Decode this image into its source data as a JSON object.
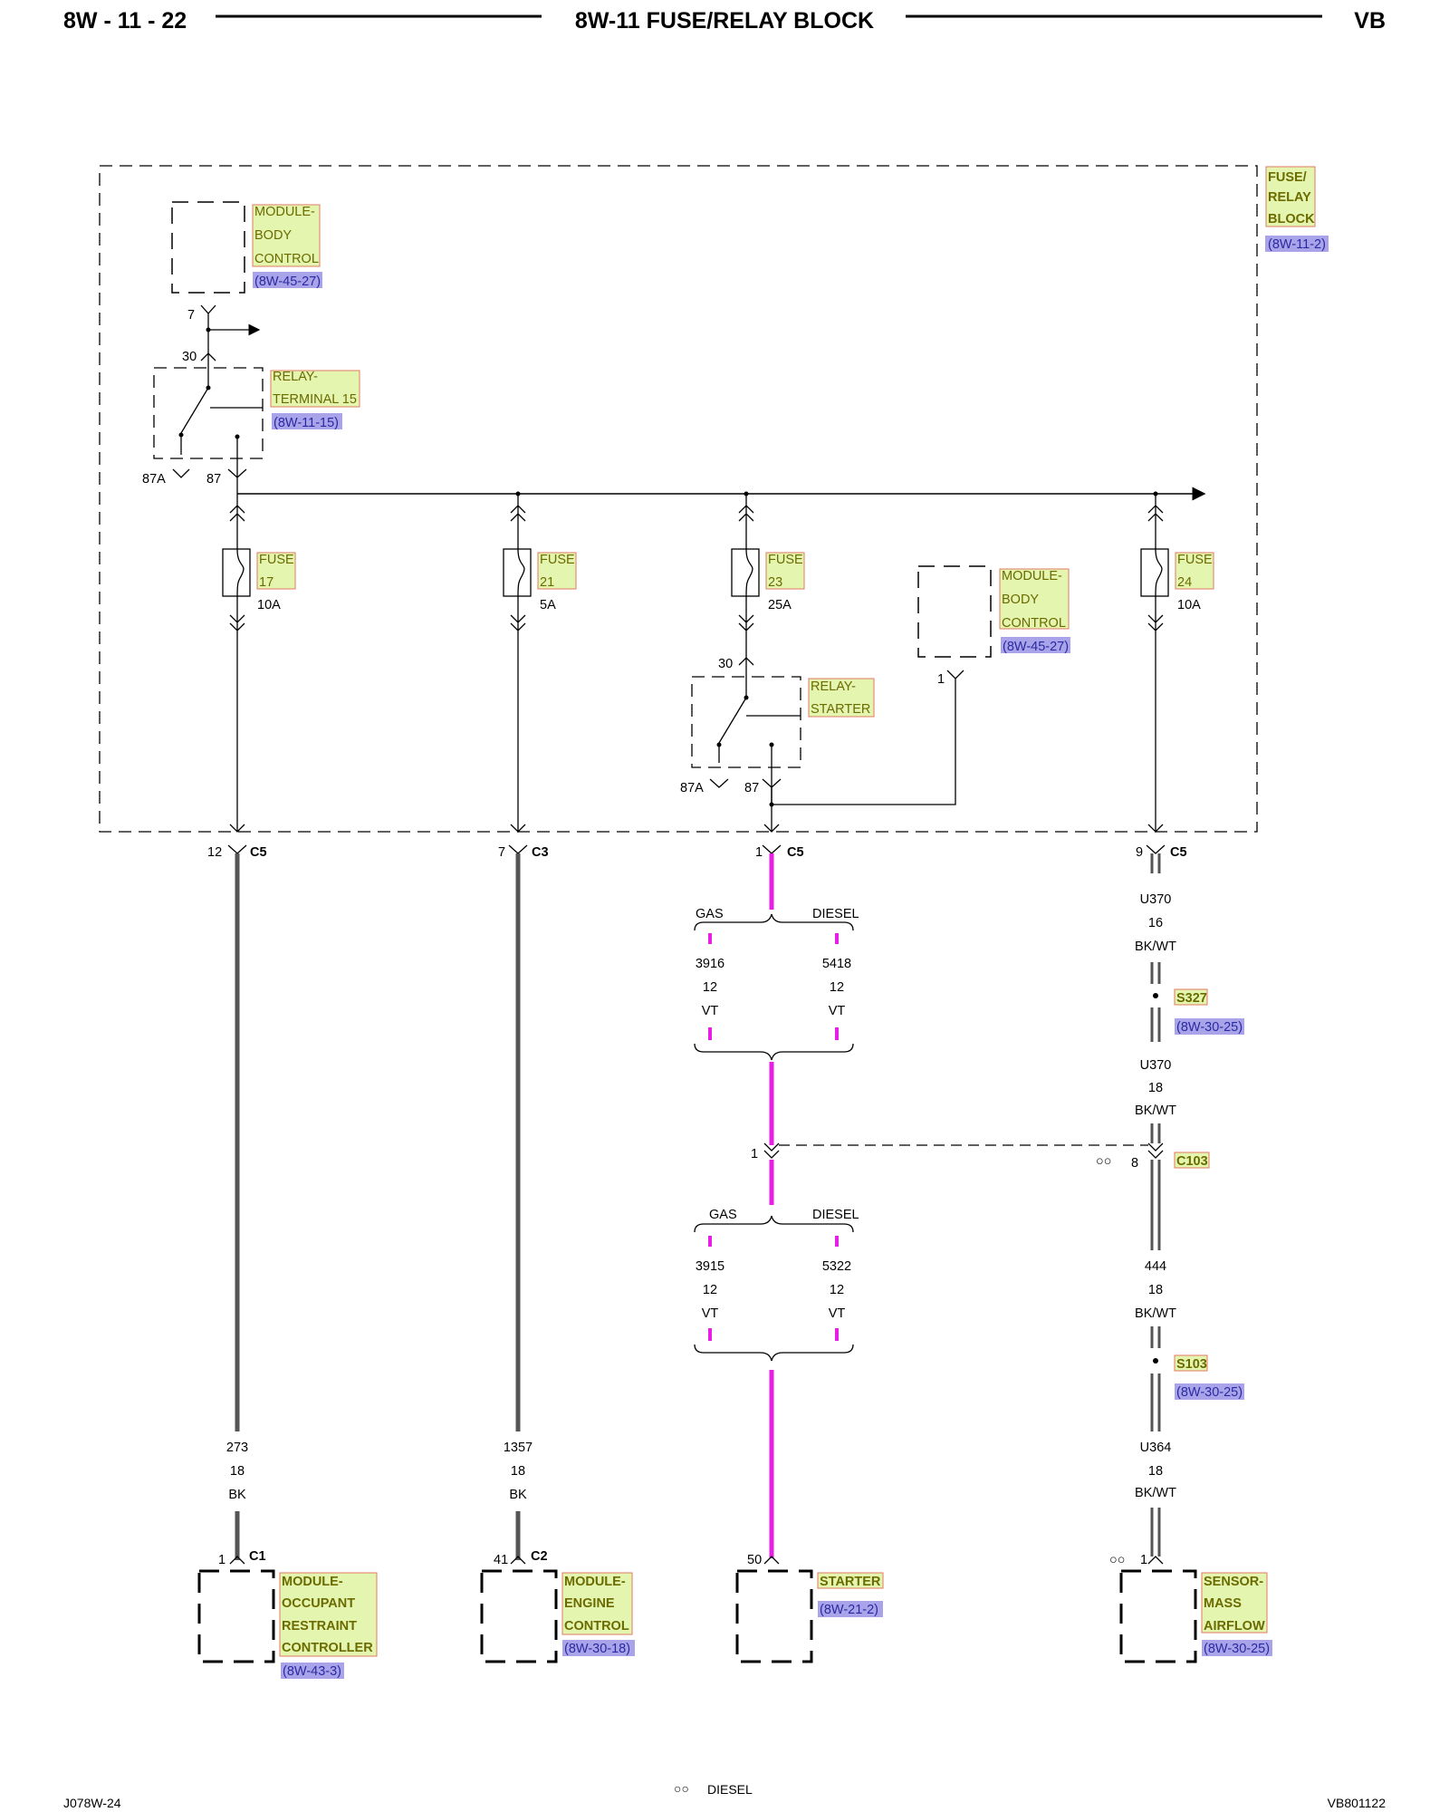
{
  "header": {
    "left": "8W - 11 - 22",
    "title": "8W-11 FUSE/RELAY BLOCK",
    "right": "VB"
  },
  "footer": {
    "left": "J078W-24",
    "center": "DIESEL",
    "right": "VB801122"
  },
  "colors": {
    "highlight": "#e4f5b0",
    "highlight_border": "#e07a5f",
    "ref_bg": "#a9a4ea",
    "violet_wire": "#e61ee6",
    "wire": "#555555"
  },
  "fuse_block": {
    "name_1": "FUSE/",
    "name_2": "RELAY",
    "name_3": "BLOCK",
    "ref": "(8W-11-2)"
  },
  "body_control_top": {
    "name_1": "MODULE-",
    "name_2": "BODY",
    "name_3": "CONTROL",
    "ref": "(8W-45-27)",
    "pin": "7"
  },
  "relay_t15": {
    "name_1": "RELAY-",
    "name_2": "TERMINAL 15",
    "ref": "(8W-11-15)",
    "pin_30": "30",
    "pin_87a": "87A",
    "pin_87": "87"
  },
  "fuses": [
    {
      "name_1": "FUSE",
      "name_2": "17",
      "rating": "10A"
    },
    {
      "name_1": "FUSE",
      "name_2": "21",
      "rating": "5A"
    },
    {
      "name_1": "FUSE",
      "name_2": "23",
      "rating": "25A"
    },
    {
      "name_1": "FUSE",
      "name_2": "24",
      "rating": "10A"
    }
  ],
  "body_control_mid": {
    "name_1": "MODULE-",
    "name_2": "BODY",
    "name_3": "CONTROL",
    "ref": "(8W-45-27)",
    "pin": "1"
  },
  "relay_starter": {
    "name_1": "RELAY-",
    "name_2": "STARTER",
    "pin_30": "30",
    "pin_87a": "87A",
    "pin_87": "87"
  },
  "connectors": {
    "c5_a": {
      "pin": "12",
      "name": "C5"
    },
    "c3": {
      "pin": "7",
      "name": "C3"
    },
    "c5_b": {
      "pin": "1",
      "name": "C5"
    },
    "c5_c": {
      "pin": "9",
      "name": "C5"
    },
    "c103_left_pin": "1",
    "c103": {
      "pin": "8",
      "name": "C103",
      "marks": "○○"
    }
  },
  "wire1": {
    "circuit": "273",
    "gauge": "18",
    "color": "BK"
  },
  "wire2": {
    "circuit": "1357",
    "gauge": "18",
    "color": "BK"
  },
  "starter_wire": {
    "upper": {
      "gas": "GAS",
      "diesel": "DIESEL",
      "gas_circuit": "3916",
      "gas_gauge": "12",
      "gas_color": "VT",
      "diesel_circuit": "5418",
      "diesel_gauge": "12",
      "diesel_color": "VT"
    },
    "lower": {
      "gas": "GAS",
      "diesel": "DIESEL",
      "gas_circuit": "3915",
      "gas_gauge": "12",
      "gas_color": "VT",
      "diesel_circuit": "5322",
      "diesel_gauge": "12",
      "diesel_color": "VT"
    }
  },
  "maf_wire": {
    "seg1": {
      "circuit": "U370",
      "gauge": "16",
      "color": "BK/WT"
    },
    "splice1": {
      "name": "S327",
      "ref": "(8W-30-25)"
    },
    "seg2": {
      "circuit": "U370",
      "gauge": "18",
      "color": "BK/WT"
    },
    "seg3": {
      "circuit": "444",
      "gauge": "18",
      "color": "BK/WT"
    },
    "splice2": {
      "name": "S103",
      "ref": "(8W-30-25)"
    },
    "seg4": {
      "circuit": "U364",
      "gauge": "18",
      "color": "BK/WT"
    }
  },
  "bottom": {
    "orc": {
      "pin": "1",
      "conn": "C1",
      "name_1": "MODULE-",
      "name_2": "OCCUPANT",
      "name_3": "RESTRAINT",
      "name_4": "CONTROLLER",
      "ref": "(8W-43-3)"
    },
    "ecm": {
      "pin": "41",
      "conn": "C2",
      "name_1": "MODULE-",
      "name_2": "ENGINE",
      "name_3": "CONTROL",
      "ref": "(8W-30-18)"
    },
    "starter": {
      "pin": "50",
      "name_1": "STARTER",
      "ref": "(8W-21-2)"
    },
    "maf": {
      "pin": "1",
      "marks": "○○",
      "name_1": "SENSOR-",
      "name_2": "MASS",
      "name_3": "AIRFLOW",
      "ref": "(8W-30-25)"
    }
  }
}
